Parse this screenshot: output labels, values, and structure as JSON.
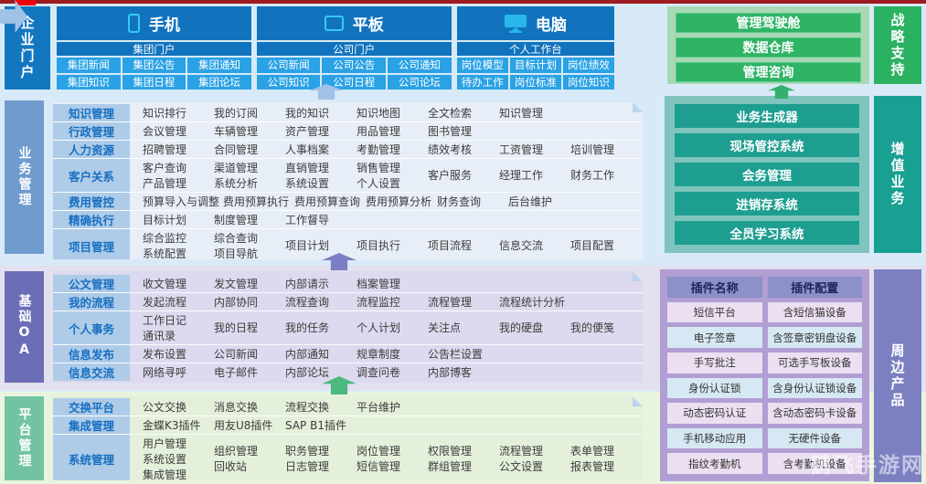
{
  "watermark": "鹤飞手游网",
  "palette": {
    "portal_blue": "#1173BE",
    "portal_cell_blue": "#2AA2E5",
    "business_bar_blue": "#6F9BCF",
    "oa_bar_purple": "#6B6DB7",
    "platform_bar_green": "#72C3A3",
    "strategy_green": "#2BB162",
    "valueadd_teal": "#18A092",
    "peripheral_purple": "#7C80C1",
    "row_label_blue": "#AECBE8",
    "top_line_red": "#9E1B20"
  },
  "portal": {
    "side_label": "企业门户",
    "columns": [
      {
        "device": "手机",
        "icon": "phone-icon",
        "group": "集团门户",
        "cells": [
          "集团新闻",
          "集团公告",
          "集团通知",
          "集团知识",
          "集团日程",
          "集团论坛"
        ]
      },
      {
        "device": "平板",
        "icon": "tablet-icon",
        "group": "公司门户",
        "cells": [
          "公司新闻",
          "公司公告",
          "公司通知",
          "公司知识",
          "公司日程",
          "公司论坛"
        ]
      },
      {
        "device": "电脑",
        "icon": "monitor-icon",
        "group": "个人工作台",
        "cells": [
          "岗位模型",
          "目标计划",
          "岗位绩效",
          "待办工作",
          "岗位标准",
          "岗位知识"
        ]
      }
    ]
  },
  "strategy": {
    "side_label": "战略支持",
    "items": [
      "管理驾驶舱",
      "数据仓库",
      "管理咨询"
    ]
  },
  "business": {
    "side_label": "业务管理",
    "rows": [
      {
        "label": "知识管理",
        "cols": [
          "知识排行",
          "我的订阅",
          "我的知识",
          "知识地图",
          "全文检索",
          "知识管理"
        ]
      },
      {
        "label": "行政管理",
        "cols": [
          "会议管理",
          "车辆管理",
          "资产管理",
          "用品管理",
          "图书管理"
        ]
      },
      {
        "label": "人力资源",
        "cols": [
          "招聘管理",
          "合同管理",
          "人事档案",
          "考勤管理",
          "绩效考核",
          "工资管理",
          "培训管理"
        ]
      },
      {
        "label": "客户关系",
        "cols": [
          [
            "客户查询",
            "产品管理"
          ],
          [
            "渠道管理",
            "系统分析"
          ],
          [
            "直销管理",
            "系统设置"
          ],
          [
            "销售管理",
            "个人设置"
          ],
          "客户服务",
          "经理工作",
          "财务工作"
        ]
      },
      {
        "label": "费用管控",
        "cols": [
          "预算导入与调整",
          "费用预算执行",
          "费用预算查询",
          "费用预算分析",
          "财务查询",
          "后台维护"
        ]
      },
      {
        "label": "精确执行",
        "cols": [
          "目标计划",
          "制度管理",
          "工作督导"
        ]
      },
      {
        "label": "项目管理",
        "cols": [
          [
            "综合监控",
            "系统配置"
          ],
          [
            "综合查询",
            "项目导航"
          ],
          "项目计划",
          "项目执行",
          "项目流程",
          "信息交流",
          "项目配置"
        ]
      }
    ]
  },
  "valueadd": {
    "side_label": "增值业务",
    "items": [
      "业务生成器",
      "现场管控系统",
      "会务管理",
      "进销存系统",
      "全员学习系统"
    ]
  },
  "oa": {
    "side_label": "基础OA",
    "rows": [
      {
        "label": "公文管理",
        "cols": [
          "收文管理",
          "发文管理",
          "内部请示",
          "档案管理"
        ]
      },
      {
        "label": "我的流程",
        "cols": [
          "发起流程",
          "内部协同",
          "流程查询",
          "流程监控",
          "流程管理",
          "流程统计分析"
        ]
      },
      {
        "label": "个人事务",
        "cols": [
          [
            "工作日记",
            "通讯录"
          ],
          "我的日程",
          "我的任务",
          "个人计划",
          "关注点",
          "我的硬盘",
          "我的便笺"
        ]
      },
      {
        "label": "信息发布",
        "cols": [
          "发布设置",
          "公司新闻",
          "内部通知",
          "规章制度",
          "公告栏设置"
        ]
      },
      {
        "label": "信息交流",
        "cols": [
          "网络寻呼",
          "电子邮件",
          "内部论坛",
          "调查问卷",
          "内部博客"
        ]
      }
    ]
  },
  "peripherals": {
    "side_label": "周边产品",
    "table": {
      "headers": [
        "插件名称",
        "插件配置"
      ],
      "rows": [
        [
          "短信平台",
          "含短信猫设备"
        ],
        [
          "电子签章",
          "含签章密钥盘设备"
        ],
        [
          "手写批注",
          "可选手写板设备"
        ],
        [
          "身份认证锁",
          "含身份认证锁设备"
        ],
        [
          "动态密码认证",
          "含动态密码卡设备"
        ],
        [
          "手机移动应用",
          "无硬件设备"
        ],
        [
          "指纹考勤机",
          "含考勤机设备"
        ]
      ]
    }
  },
  "platform": {
    "side_label": "平台管理",
    "rows": [
      {
        "label": "交换平台",
        "cols": [
          "公文交换",
          "消息交换",
          "流程交换",
          "平台维护"
        ]
      },
      {
        "label": "集成管理",
        "cols": [
          "金蝶K3插件",
          "用友U8插件",
          "SAP B1插件"
        ]
      },
      {
        "label": "系统管理",
        "cols": [
          [
            "用户管理",
            "系统设置",
            "集成管理"
          ],
          [
            "组织管理",
            "回收站"
          ],
          [
            "职务管理",
            "日志管理"
          ],
          [
            "岗位管理",
            "短信管理"
          ],
          [
            "权限管理",
            "群组管理"
          ],
          [
            "流程管理",
            "公文设置"
          ],
          [
            "表单管理",
            "报表管理"
          ]
        ]
      }
    ]
  }
}
